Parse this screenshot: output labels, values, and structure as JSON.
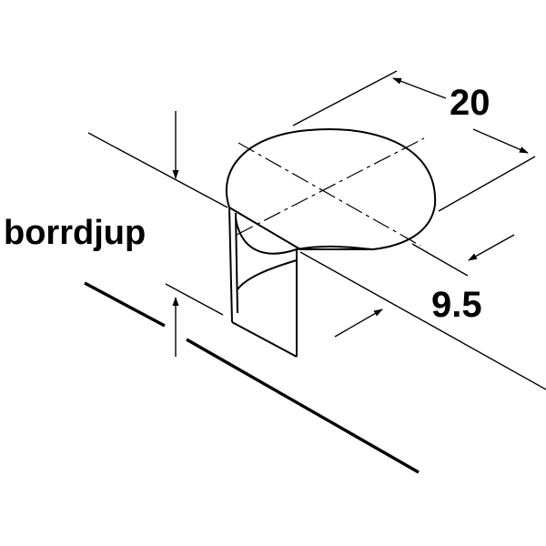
{
  "labels": {
    "width_dim": "20",
    "depth_dim": "9.5",
    "side_label": "borrdjup"
  },
  "colors": {
    "line": "#000000",
    "background": "#ffffff"
  }
}
